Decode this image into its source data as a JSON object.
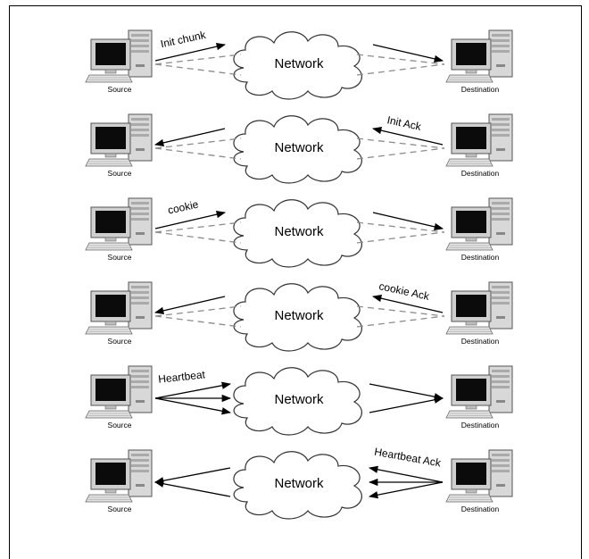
{
  "labels": {
    "source": "Source",
    "destination": "Destination",
    "network": "Network"
  },
  "rows": [
    {
      "message": "Init chunk",
      "direction": "source-to-destination",
      "paths": "single"
    },
    {
      "message": "Init Ack",
      "direction": "destination-to-source",
      "paths": "single"
    },
    {
      "message": "cookie",
      "direction": "source-to-destination",
      "paths": "single"
    },
    {
      "message": "cookie Ack",
      "direction": "destination-to-source",
      "paths": "single"
    },
    {
      "message": "Heartbeat",
      "direction": "source-to-destination",
      "paths": "multiple"
    },
    {
      "message": "Heartbeat Ack",
      "direction": "destination-to-source",
      "paths": "multiple"
    }
  ],
  "colors": {
    "line": "#000000",
    "dashed": "#8c8c8c",
    "monitor_screen": "#0b0b0b",
    "case": "#d9d9d9"
  }
}
